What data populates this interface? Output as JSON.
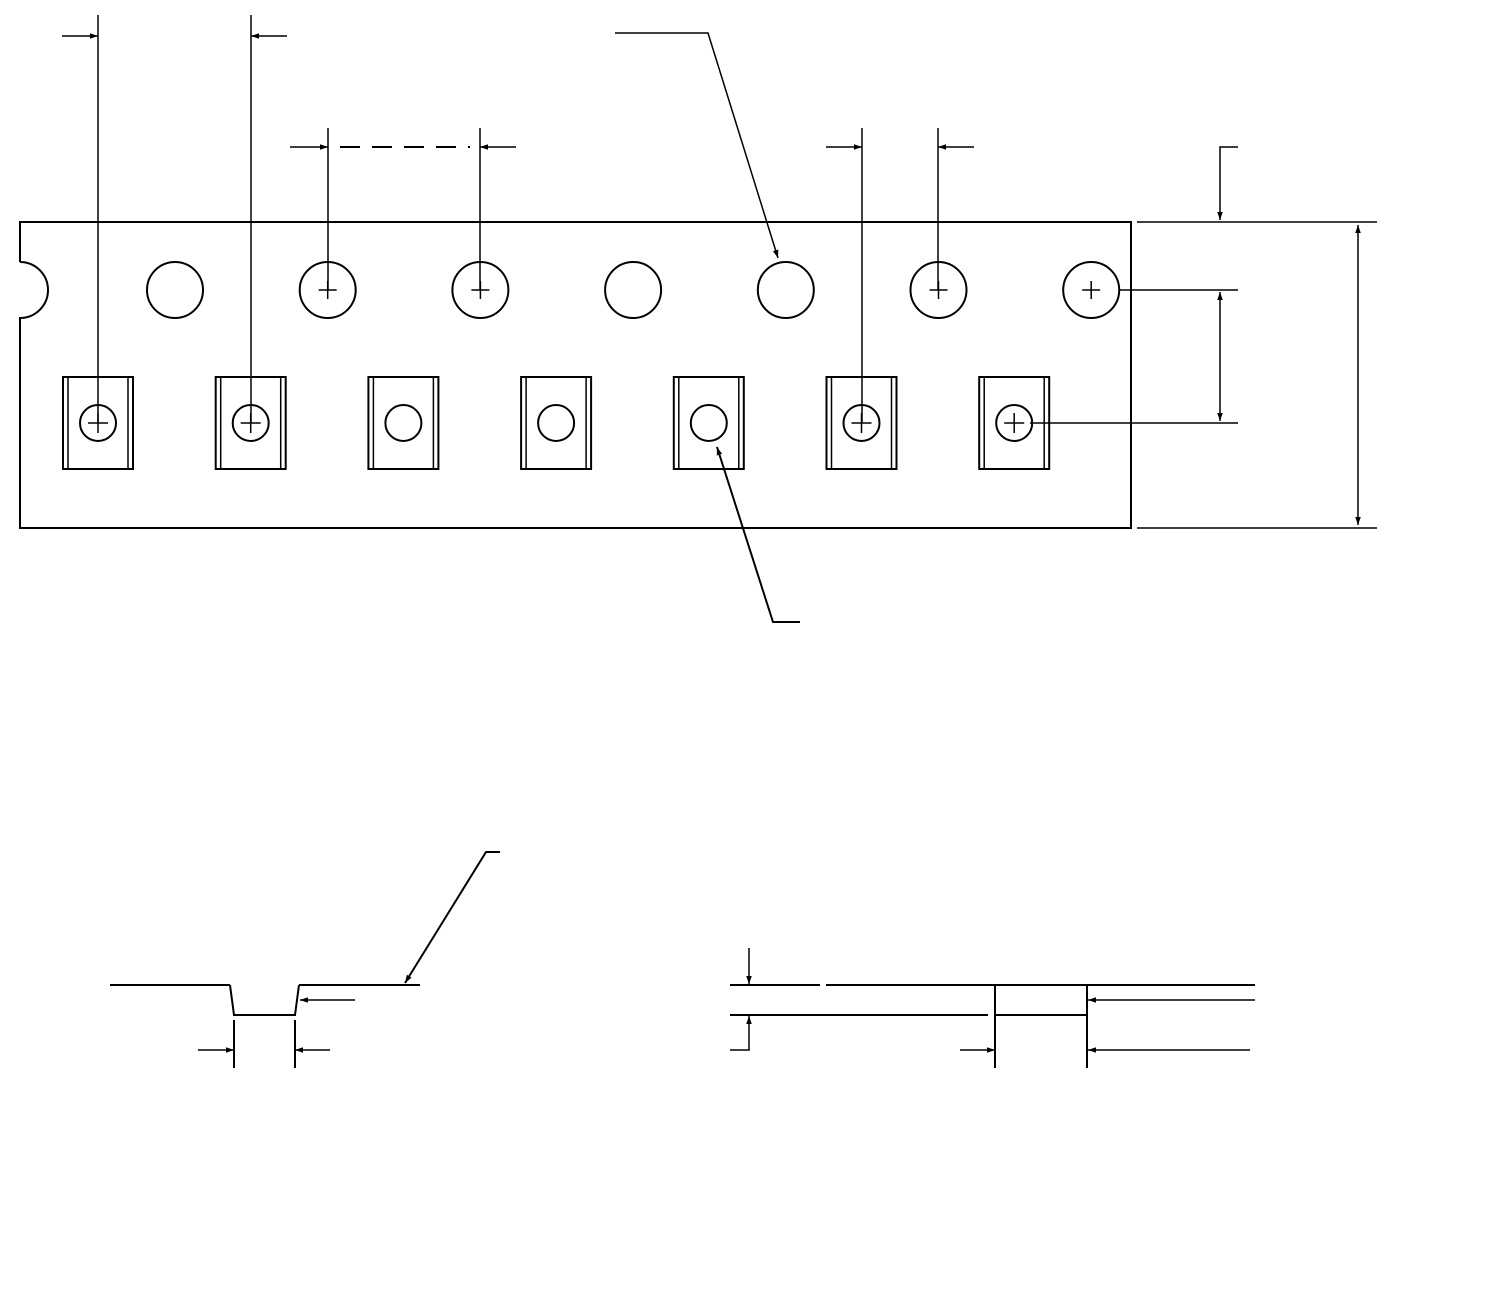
{
  "drawing": {
    "stroke_color": "#000000",
    "background_color": "#ffffff",
    "sprocket_hole_count": 7,
    "pocket_count": 7,
    "sprocket_holes_with_center_marks": [
      2,
      3,
      6,
      7
    ],
    "pockets_with_center_marks": [
      1,
      2,
      6,
      7
    ]
  }
}
